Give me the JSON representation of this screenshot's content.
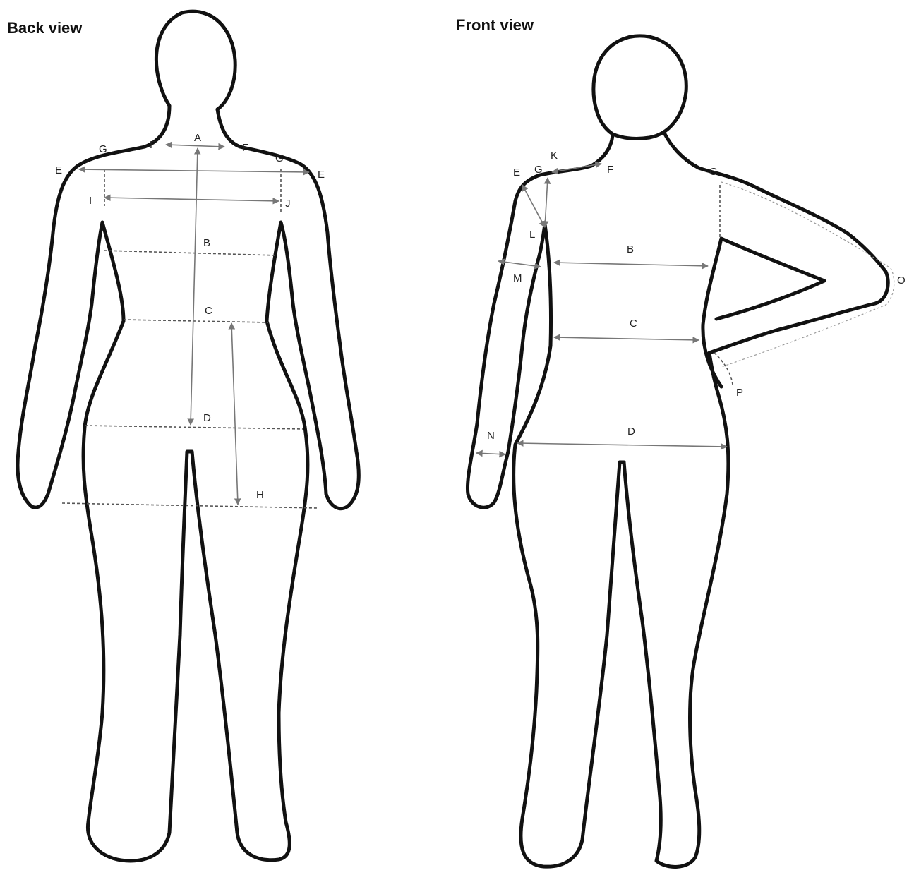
{
  "views": {
    "back": {
      "title": "Back view",
      "labels": {
        "A": "A",
        "B": "B",
        "C": "C",
        "D": "D",
        "E_left": "E",
        "E_right": "E",
        "F_left": "F",
        "F_right": "F",
        "G_left": "G",
        "G_right": "G",
        "H": "H",
        "I": "I",
        "J": "J"
      }
    },
    "front": {
      "title": "Front view",
      "labels": {
        "B": "B",
        "C": "C",
        "D": "D",
        "E": "E",
        "F": "F",
        "G_left": "G",
        "G_right": "G",
        "K": "K",
        "L": "L",
        "M": "M",
        "N": "N",
        "O": "O",
        "P": "P"
      }
    }
  },
  "colors": {
    "outline": "#111111",
    "measure_line": "#777777",
    "dashed_line": "#555555"
  }
}
